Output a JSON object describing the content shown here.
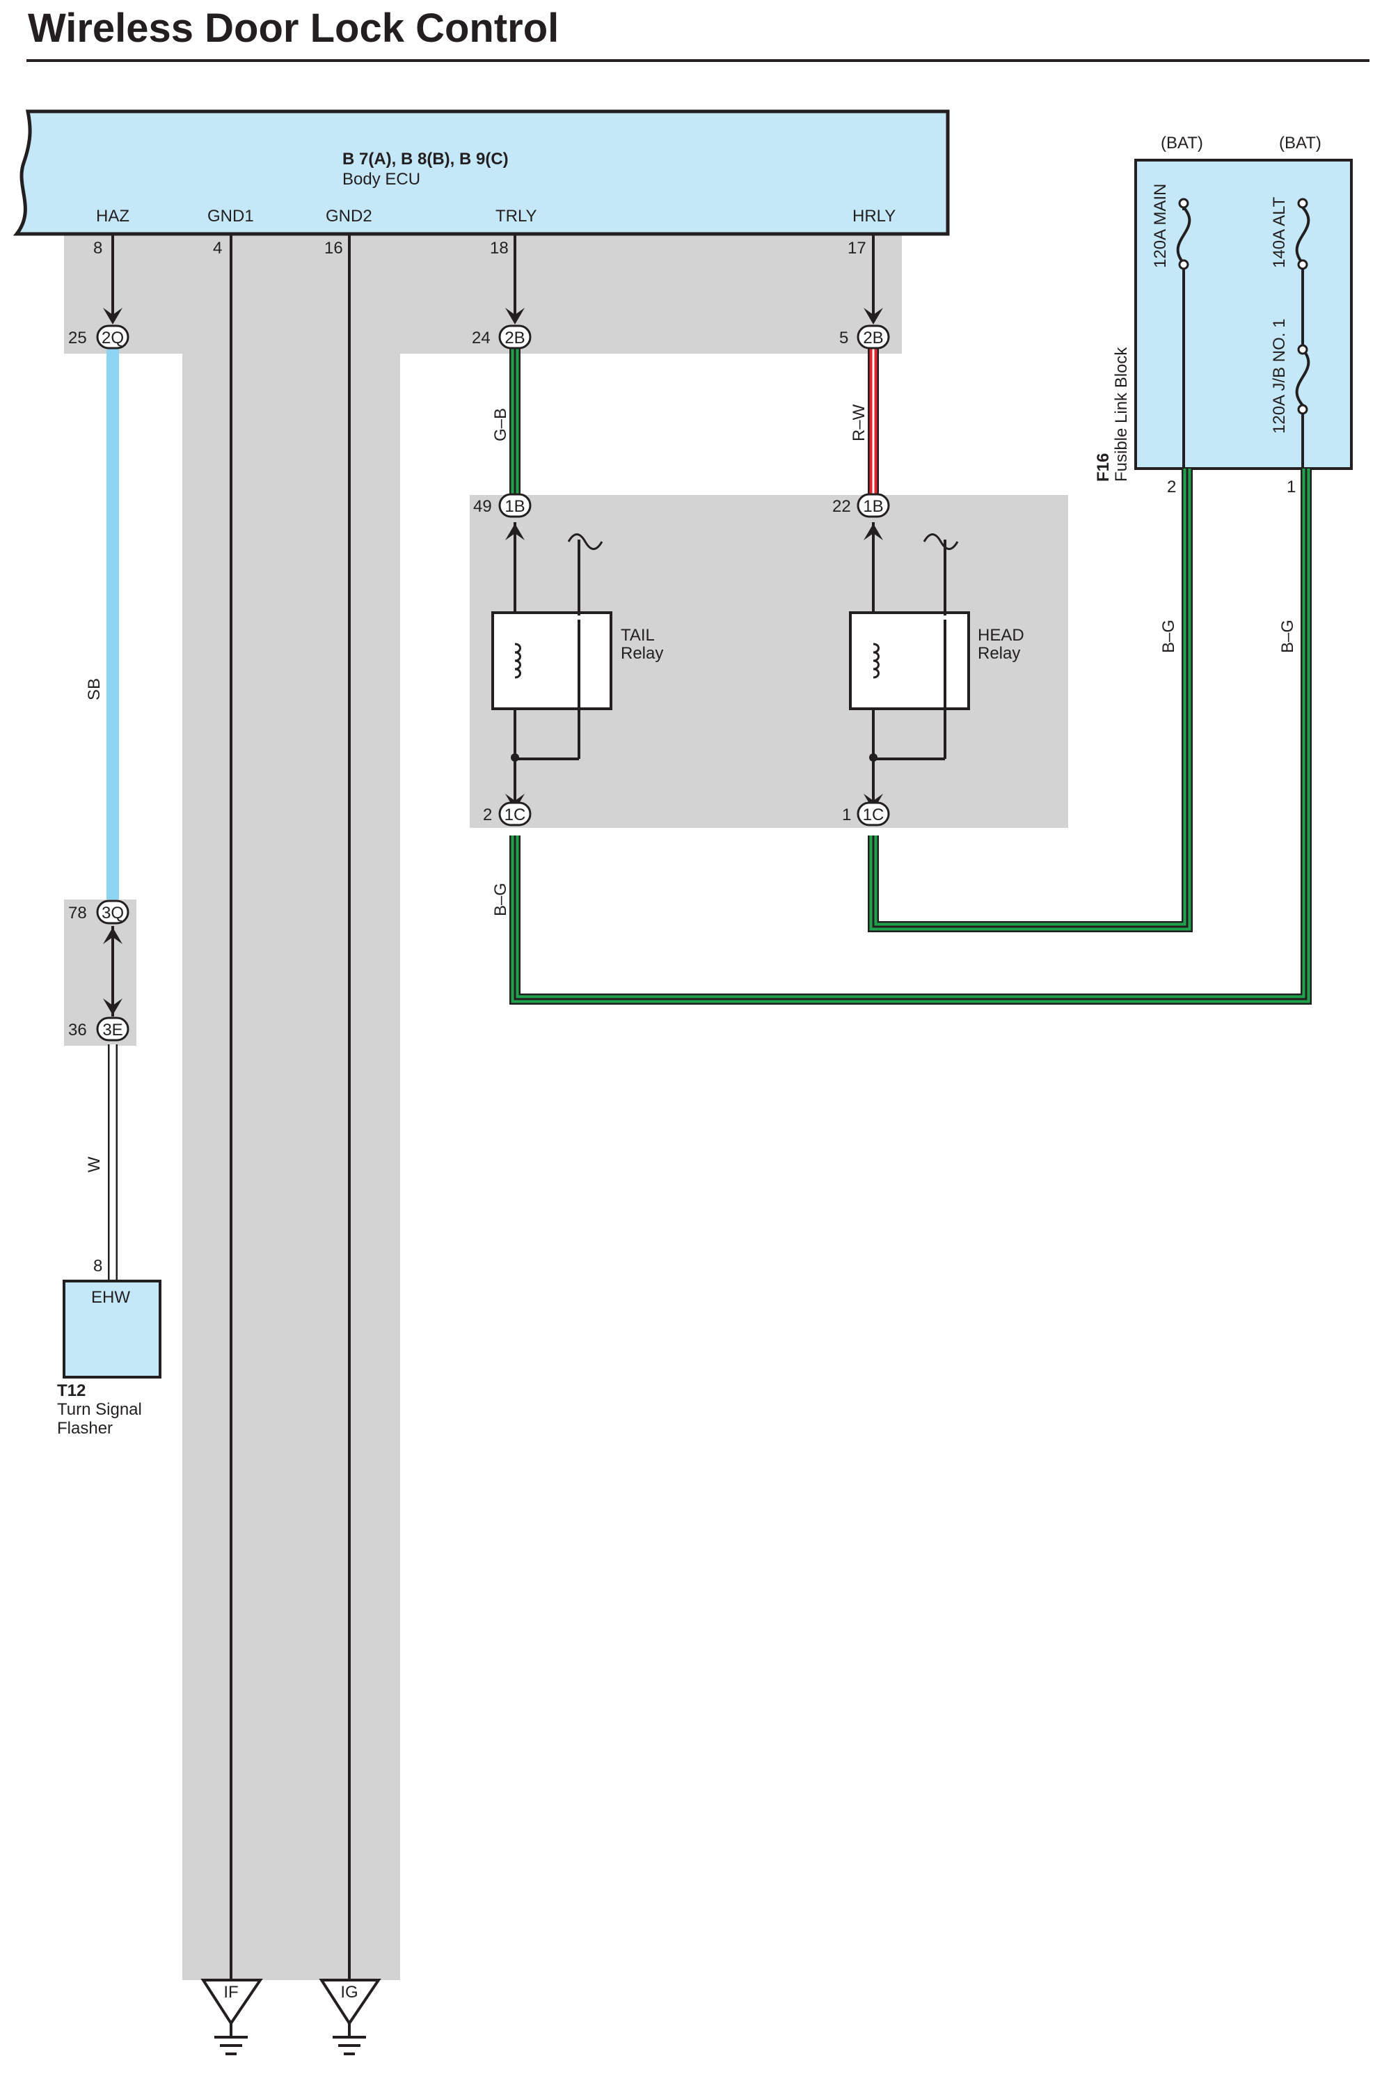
{
  "title": "Wireless Door Lock Control",
  "ecu": {
    "name": "B 7(A), B 8(B), B 9(C)",
    "desc": "Body ECU",
    "pins": {
      "haz": {
        "label": "HAZ",
        "num": "8"
      },
      "gnd1": {
        "label": "GND1",
        "num": "4"
      },
      "gnd2": {
        "label": "GND2",
        "num": "16"
      },
      "trly": {
        "label": "TRLY",
        "num": "18"
      },
      "hrly": {
        "label": "HRLY",
        "num": "17"
      }
    }
  },
  "connectors": {
    "c2q": {
      "code": "2Q",
      "num": "25"
    },
    "c2b_t": {
      "code": "2B",
      "num": "24"
    },
    "c2b_h": {
      "code": "2B",
      "num": "5"
    },
    "c3q": {
      "code": "3Q",
      "num": "78"
    },
    "c3e": {
      "code": "3E",
      "num": "36"
    },
    "c1b_t": {
      "code": "1B",
      "num": "49"
    },
    "c1b_h": {
      "code": "1B",
      "num": "22"
    },
    "c1c_t": {
      "code": "1C",
      "num": "2"
    },
    "c1c_h": {
      "code": "1C",
      "num": "1"
    }
  },
  "wires": {
    "sb": "SB",
    "w": "W",
    "gb": "G–B",
    "rw": "R–W",
    "bg_tail": "B–G",
    "bg_f2": "B–G",
    "bg_f1": "B–G"
  },
  "wire_colors": {
    "sb": "#8fd4f3",
    "green": "#1fa34a",
    "red": "#e3262b",
    "black": "#231f20",
    "ground_shade": "#d3d3d4",
    "component_fill": "#c5e8f8"
  },
  "relays": {
    "tail": {
      "name": "TAIL",
      "word": "Relay"
    },
    "head": {
      "name": "HEAD",
      "word": "Relay"
    }
  },
  "fusible": {
    "id": "F16",
    "desc": "Fusible Link Block",
    "bat1": "(BAT)",
    "bat2": "(BAT)",
    "fuse_main": "120A MAIN",
    "fuse_alt": "140A ALT",
    "fuse_jb": "120A J/B NO. 1",
    "pin2": "2",
    "pin1": "1"
  },
  "flasher": {
    "id": "T12",
    "line1": "Turn Signal",
    "line2": "Flasher",
    "terminal": "EHW",
    "pin": "8"
  },
  "grounds": {
    "g1": "IF",
    "g2": "IG"
  }
}
